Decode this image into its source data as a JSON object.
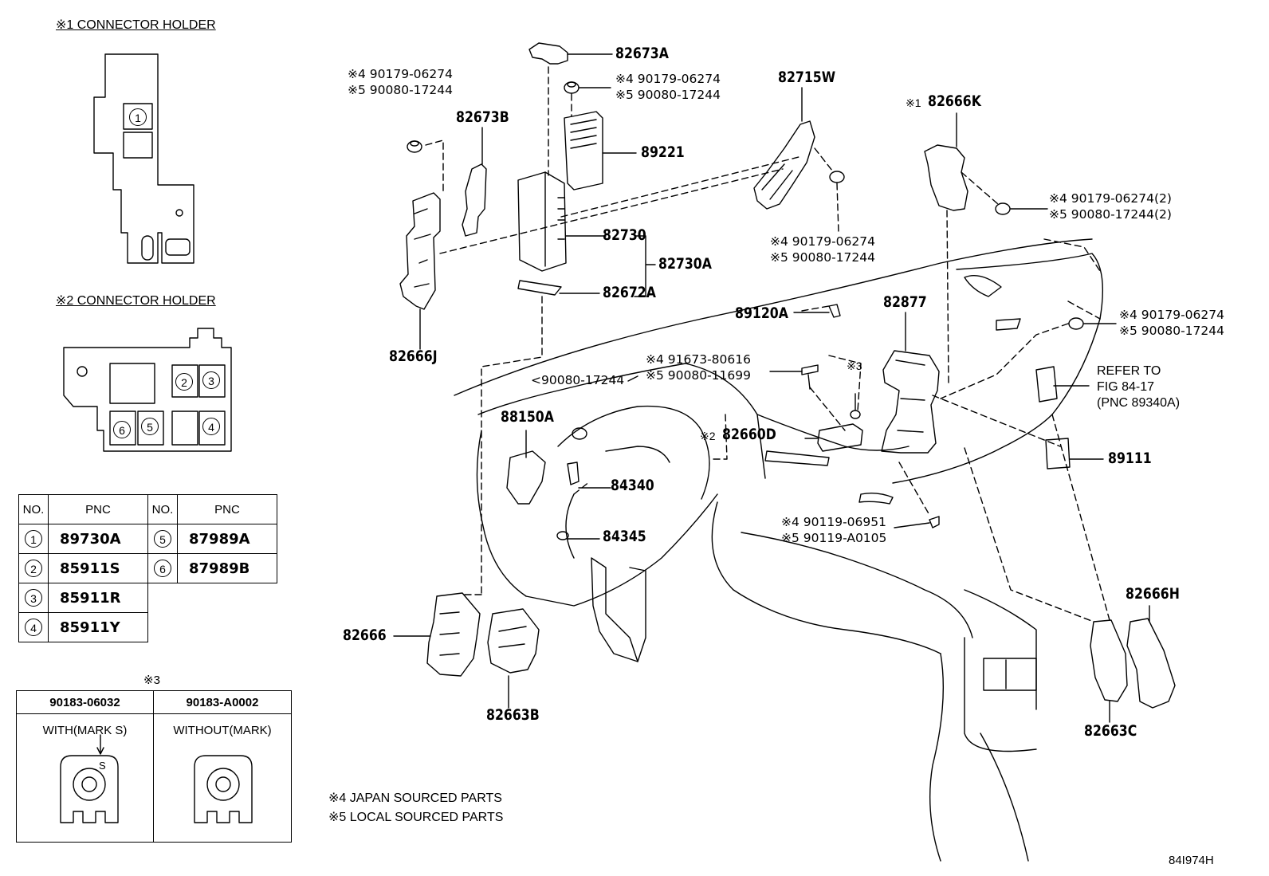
{
  "holder1": {
    "title": "※1 CONNECTOR HOLDER",
    "pos1": "1"
  },
  "holder2": {
    "title": "※2 CONNECTOR HOLDER",
    "pos2": "2",
    "pos3": "3",
    "pos4": "4",
    "pos5": "5",
    "pos6": "6"
  },
  "pnc_table": {
    "headers": [
      "NO.",
      "PNC",
      "NO.",
      "PNC"
    ],
    "rows": [
      {
        "no": "1",
        "pnc": "89730A",
        "no2": "5",
        "pnc2": "87989A"
      },
      {
        "no": "2",
        "pnc": "85911S",
        "no2": "6",
        "pnc2": "87989B"
      },
      {
        "no": "3",
        "pnc": "85911R"
      },
      {
        "no": "4",
        "pnc": "85911Y"
      }
    ]
  },
  "fastener_table": {
    "title": "※3",
    "col1_header": "90183-06032",
    "col2_header": "90183-A0002",
    "col1_caption": "WITH(MARK S)",
    "col2_caption": "WITHOUT(MARK)",
    "mark": "S"
  },
  "notes": [
    "※4 JAPAN SOURCED PARTS",
    "※5 LOCAL SOURCED PARTS"
  ],
  "figure_id": "84I974H",
  "part_labels": {
    "p82673A": "82673A",
    "clip_top_a": "※4 90179-06274",
    "clip_top_b": "※5 90080-17244",
    "clip_left_a": "※4 90179-06274",
    "clip_left_b": "※5 90080-17244",
    "p82673B": "82673B",
    "p89221": "89221",
    "p82715W": "82715W",
    "p82666K_mark": "※1",
    "p82666K": "82666K",
    "clip_right2_a": "※4 90179-06274(2)",
    "clip_right2_b": "※5 90080-17244(2)",
    "p82730": "82730",
    "p82730A": "82730A",
    "p82672A": "82672A",
    "clip_mid_a": "※4 90179-06274",
    "clip_mid_b": "※5 90080-17244",
    "p82666J": "82666J",
    "p89120A": "89120A",
    "p82877": "82877",
    "clip_far_a": "※4 90179-06274",
    "clip_far_b": "※5 90080-17244",
    "bolt_a": "※4 91673-80616",
    "bolt_b": "※5 90080-11699",
    "mark3": "※3",
    "clip_dash": "<90080-17244",
    "refer1": "REFER TO",
    "refer2": "FIG 84-17",
    "refer3": "(PNC 89340A)",
    "p88150A": "88150A",
    "p82660D_mark": "※2",
    "p82660D": "82660D",
    "p89111": "89111",
    "p84340": "84340",
    "screw_a": "※4 90119-06951",
    "screw_b": "※5 90119-A0105",
    "p84345": "84345",
    "p82666H": "82666H",
    "p82666": "82666",
    "p82663B": "82663B",
    "p82663C": "82663C"
  }
}
